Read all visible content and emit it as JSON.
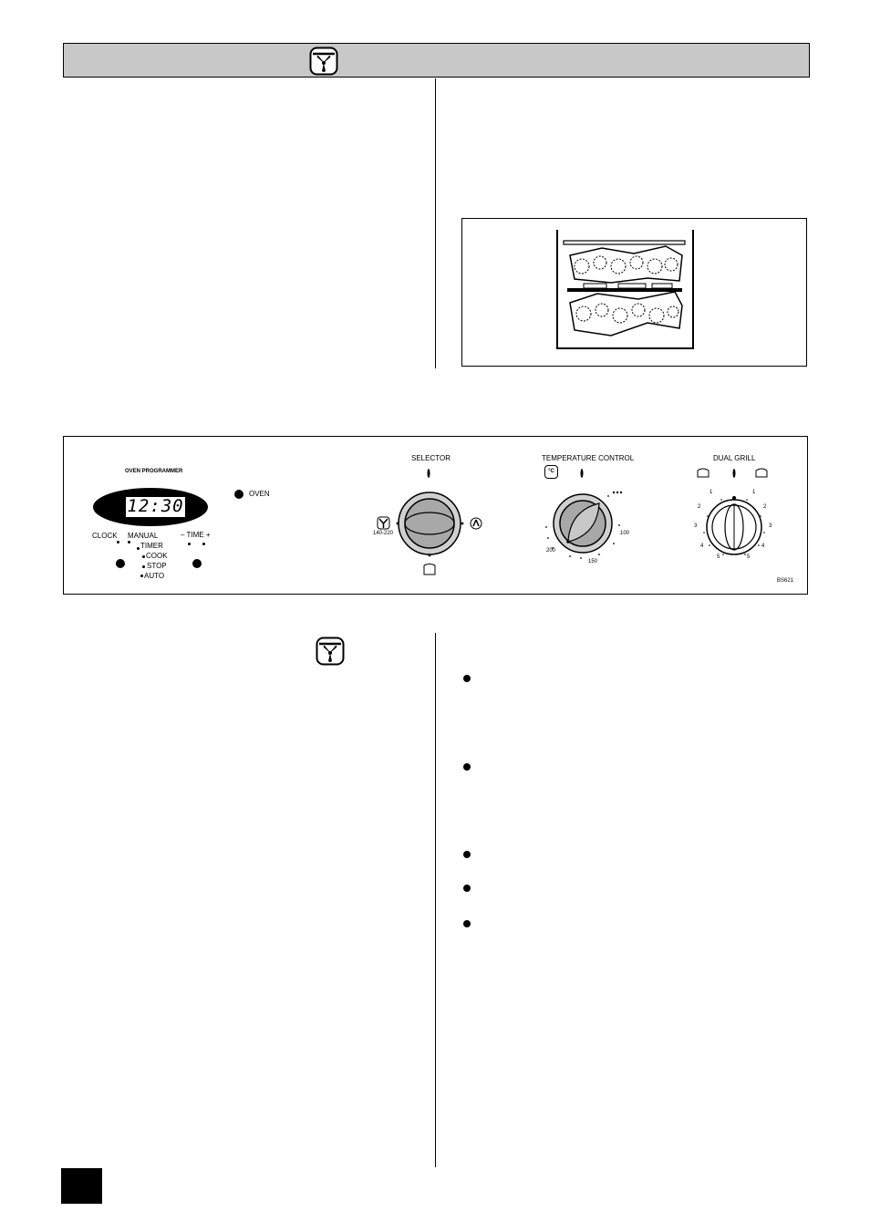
{
  "header": {
    "icon": "fan-oven-icon"
  },
  "control_panel": {
    "oven_programmer_label": "OVEN PROGRAMMER",
    "display_time": "12:30",
    "oven_indicator_label": "OVEN",
    "programmer_buttons": {
      "clock": "CLOCK",
      "manual": "MANUAL",
      "timer": "TIMER",
      "cook": "COOK",
      "stop": "STOP",
      "auto": "AUTO",
      "time": "– TIME +"
    },
    "selector": {
      "title": "SELECTOR",
      "range_label": "140-220",
      "icons": [
        "fan-oven-icon",
        "defrost-icon",
        "light-icon"
      ]
    },
    "temperature_control": {
      "title": "TEMPERATURE CONTROL",
      "unit_icon": "°C",
      "marks": [
        "100",
        "150",
        "200"
      ]
    },
    "dual_grill": {
      "title": "DUAL GRILL",
      "marks_left": [
        "1",
        "2",
        "3",
        "4",
        "5"
      ],
      "marks_right": [
        "1",
        "2",
        "3",
        "4",
        "5"
      ]
    },
    "code": "BS621"
  },
  "section2": {
    "icon": "fan-oven-icon"
  },
  "bullets_count": 5
}
